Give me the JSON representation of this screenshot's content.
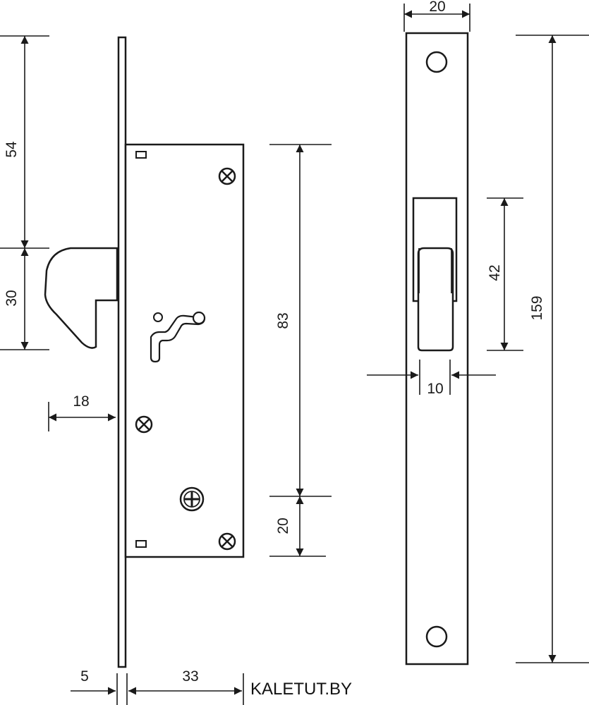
{
  "drawing": {
    "dimensions": {
      "top_offset": "54",
      "hook_height": "30",
      "hook_projection": "18",
      "faceplate_thickness": "5",
      "case_depth": "33",
      "case_height": "83",
      "bottom_offset": "20",
      "strike_width": "20",
      "strike_opening_height": "42",
      "strike_opening_width": "10",
      "strike_height": "159"
    },
    "watermark": "KALETUT.BY"
  }
}
